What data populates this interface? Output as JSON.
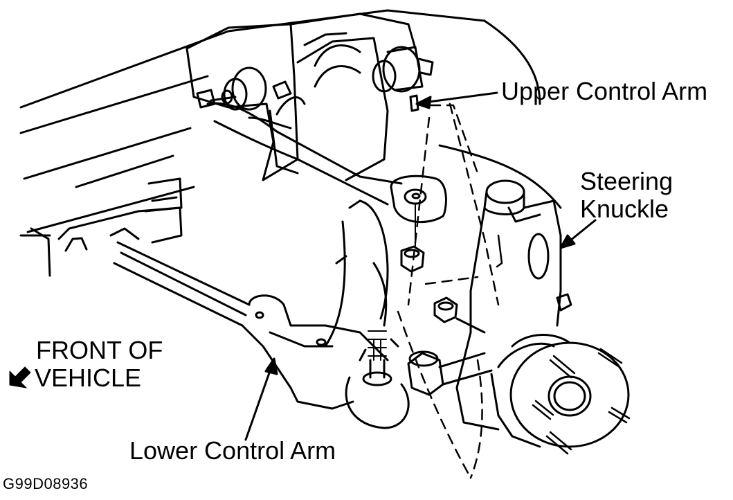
{
  "labels": {
    "upper_control_arm": "Upper Control Arm",
    "steering_knuckle_line1": "Steering",
    "steering_knuckle_line2": "Knuckle",
    "front_of_vehicle_line1": "FRONT OF",
    "front_of_vehicle_line2": "VEHICLE",
    "lower_control_arm": "Lower Control Arm"
  },
  "figure_code": "G99D08936",
  "icons": {
    "front_direction": "arrow-down-left-icon"
  }
}
